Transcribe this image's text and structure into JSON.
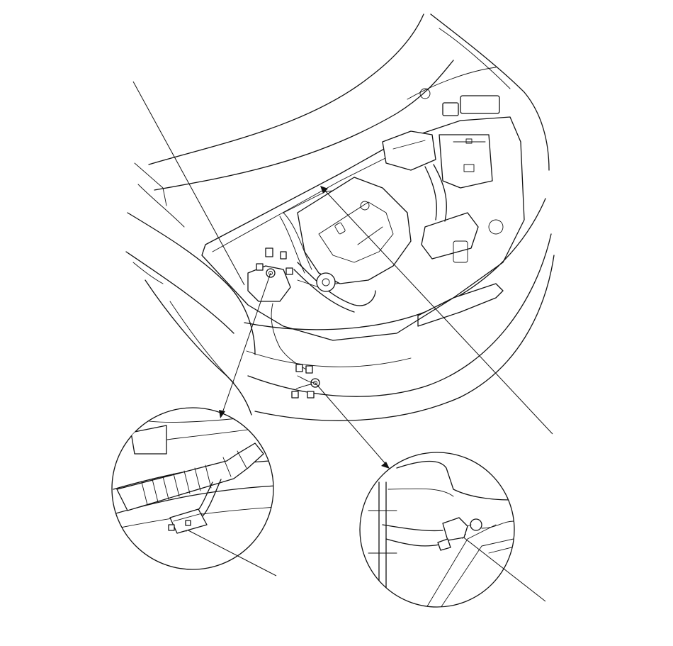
{
  "diagram": {
    "views": [
      "engine-bay-overview",
      "detail-left-harness-connector",
      "detail-right-sensor-connector"
    ],
    "line_color": "#111111",
    "background": "#ffffff"
  }
}
